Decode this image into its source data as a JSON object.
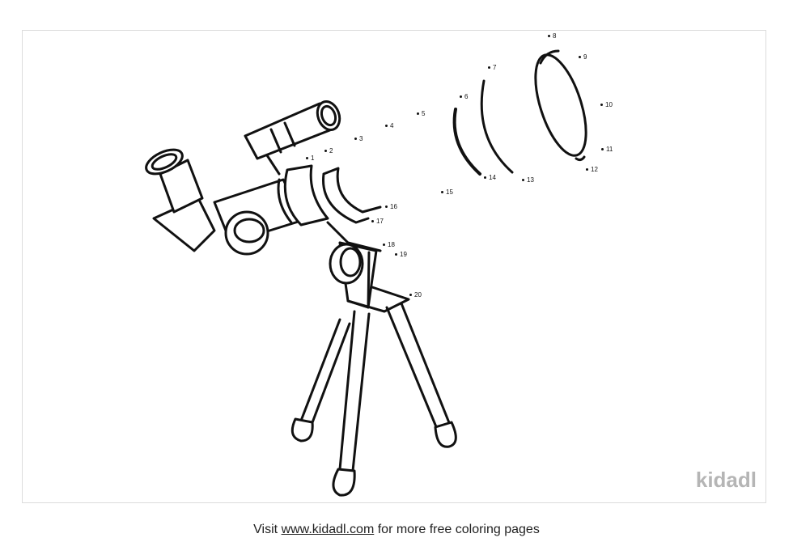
{
  "dots": {
    "labels": [
      "1",
      "2",
      "3",
      "4",
      "5",
      "6",
      "7",
      "8",
      "9",
      "10",
      "11",
      "12",
      "13",
      "14",
      "15",
      "16",
      "17",
      "18",
      "19",
      "20"
    ]
  },
  "watermark": "kidadl",
  "footer": {
    "prefix": "Visit",
    "link": "www.kidadl.com",
    "suffix": "for more free coloring pages"
  }
}
